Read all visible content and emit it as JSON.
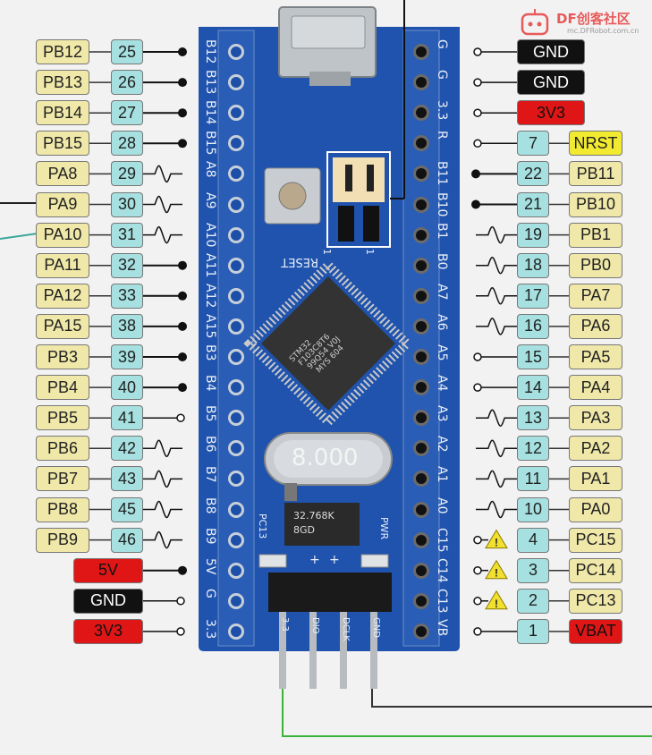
{
  "logo": {
    "brand": "DF创客社区",
    "url": "mc.DFRobot.com.cn"
  },
  "colors": {
    "port": "#f0e8a8",
    "pin_number": "#a6e0e0",
    "red": "#e01616",
    "black": "#111111",
    "yellow": "#f2ea30",
    "board": "#1c4fa8",
    "warn": "#f2e030"
  },
  "left_rows": [
    {
      "port": "PB12",
      "pin": "25",
      "conn": "dot"
    },
    {
      "port": "PB13",
      "pin": "26",
      "conn": "dot"
    },
    {
      "port": "PB14",
      "pin": "27",
      "conn": "dot"
    },
    {
      "port": "PB15",
      "pin": "28",
      "conn": "dot"
    },
    {
      "port": "PA8",
      "pin": "29",
      "conn": "wave"
    },
    {
      "port": "PA9",
      "pin": "30",
      "conn": "wave"
    },
    {
      "port": "PA10",
      "pin": "31",
      "conn": "wave"
    },
    {
      "port": "PA11",
      "pin": "32",
      "conn": "dot"
    },
    {
      "port": "PA12",
      "pin": "33",
      "conn": "dot"
    },
    {
      "port": "PA15",
      "pin": "38",
      "conn": "dot"
    },
    {
      "port": "PB3",
      "pin": "39",
      "conn": "dot"
    },
    {
      "port": "PB4",
      "pin": "40",
      "conn": "dot"
    },
    {
      "port": "PB5",
      "pin": "41",
      "conn": "open"
    },
    {
      "port": "PB6",
      "pin": "42",
      "conn": "wave"
    },
    {
      "port": "PB7",
      "pin": "43",
      "conn": "wave"
    },
    {
      "port": "PB8",
      "pin": "45",
      "conn": "wave"
    },
    {
      "port": "PB9",
      "pin": "46",
      "conn": "wave"
    }
  ],
  "left_power": [
    {
      "label": "5V",
      "color": "red",
      "conn": "dot"
    },
    {
      "label": "GND",
      "color": "black",
      "conn": "open"
    },
    {
      "label": "3V3",
      "color": "red",
      "conn": "open"
    }
  ],
  "right_power": [
    {
      "label": "GND",
      "color": "black",
      "conn": "open"
    },
    {
      "label": "GND",
      "color": "black",
      "conn": "open"
    },
    {
      "label": "3V3",
      "color": "red",
      "conn": "open"
    }
  ],
  "right_rows": [
    {
      "pin": "7",
      "port": "NRST",
      "port_color": "yellow",
      "conn": "open",
      "warn": false
    },
    {
      "pin": "22",
      "port": "PB11",
      "port_color": "port",
      "conn": "dot",
      "warn": false
    },
    {
      "pin": "21",
      "port": "PB10",
      "port_color": "port",
      "conn": "dot",
      "warn": false
    },
    {
      "pin": "19",
      "port": "PB1",
      "port_color": "port",
      "conn": "wave",
      "warn": false
    },
    {
      "pin": "18",
      "port": "PB0",
      "port_color": "port",
      "conn": "wave",
      "warn": false
    },
    {
      "pin": "17",
      "port": "PA7",
      "port_color": "port",
      "conn": "wave",
      "warn": false
    },
    {
      "pin": "16",
      "port": "PA6",
      "port_color": "port",
      "conn": "wave",
      "warn": false
    },
    {
      "pin": "15",
      "port": "PA5",
      "port_color": "port",
      "conn": "open",
      "warn": false
    },
    {
      "pin": "14",
      "port": "PA4",
      "port_color": "port",
      "conn": "open",
      "warn": false
    },
    {
      "pin": "13",
      "port": "PA3",
      "port_color": "port",
      "conn": "wave",
      "warn": false
    },
    {
      "pin": "12",
      "port": "PA2",
      "port_color": "port",
      "conn": "wave",
      "warn": false
    },
    {
      "pin": "11",
      "port": "PA1",
      "port_color": "port",
      "conn": "wave",
      "warn": false
    },
    {
      "pin": "10",
      "port": "PA0",
      "port_color": "port",
      "conn": "wave",
      "warn": false
    },
    {
      "pin": "4",
      "port": "PC15",
      "port_color": "port",
      "conn": "open",
      "warn": true
    },
    {
      "pin": "3",
      "port": "PC14",
      "port_color": "port",
      "conn": "open",
      "warn": true
    },
    {
      "pin": "2",
      "port": "PC13",
      "port_color": "port",
      "conn": "open",
      "warn": true
    },
    {
      "pin": "1",
      "port": "VBAT",
      "port_color": "red",
      "conn": "open",
      "warn": false
    }
  ],
  "board": {
    "left_header_labels": [
      "B12",
      "B13",
      "B14",
      "B15",
      "A8",
      "A9",
      "A10",
      "A11",
      "A12",
      "A15",
      "B3",
      "B4",
      "B5",
      "B6",
      "B7",
      "B8",
      "B9",
      "5V",
      "G",
      "3.3"
    ],
    "right_header_labels": [
      "G",
      "G",
      "3.3",
      "R",
      "B11",
      "B10",
      "B1",
      "B0",
      "A7",
      "A6",
      "A5",
      "A4",
      "A3",
      "A2",
      "A1",
      "A0",
      "C15",
      "C14",
      "C13",
      "VB"
    ],
    "reset_label": "RESET",
    "chip_lines": [
      "STM32",
      "F103C8T6",
      "99Q54 V0J",
      "MYS 604"
    ],
    "crystal_label": "8.000",
    "small_crystal_lines": [
      "32.768K",
      "8GD"
    ],
    "pc13_label": "PC13",
    "pwr_label": "PWR",
    "plus_label": "+",
    "swd_labels": [
      "3.3",
      "DIO",
      "DCLK",
      "GND"
    ],
    "jumper_labels": [
      "1",
      "1"
    ]
  }
}
